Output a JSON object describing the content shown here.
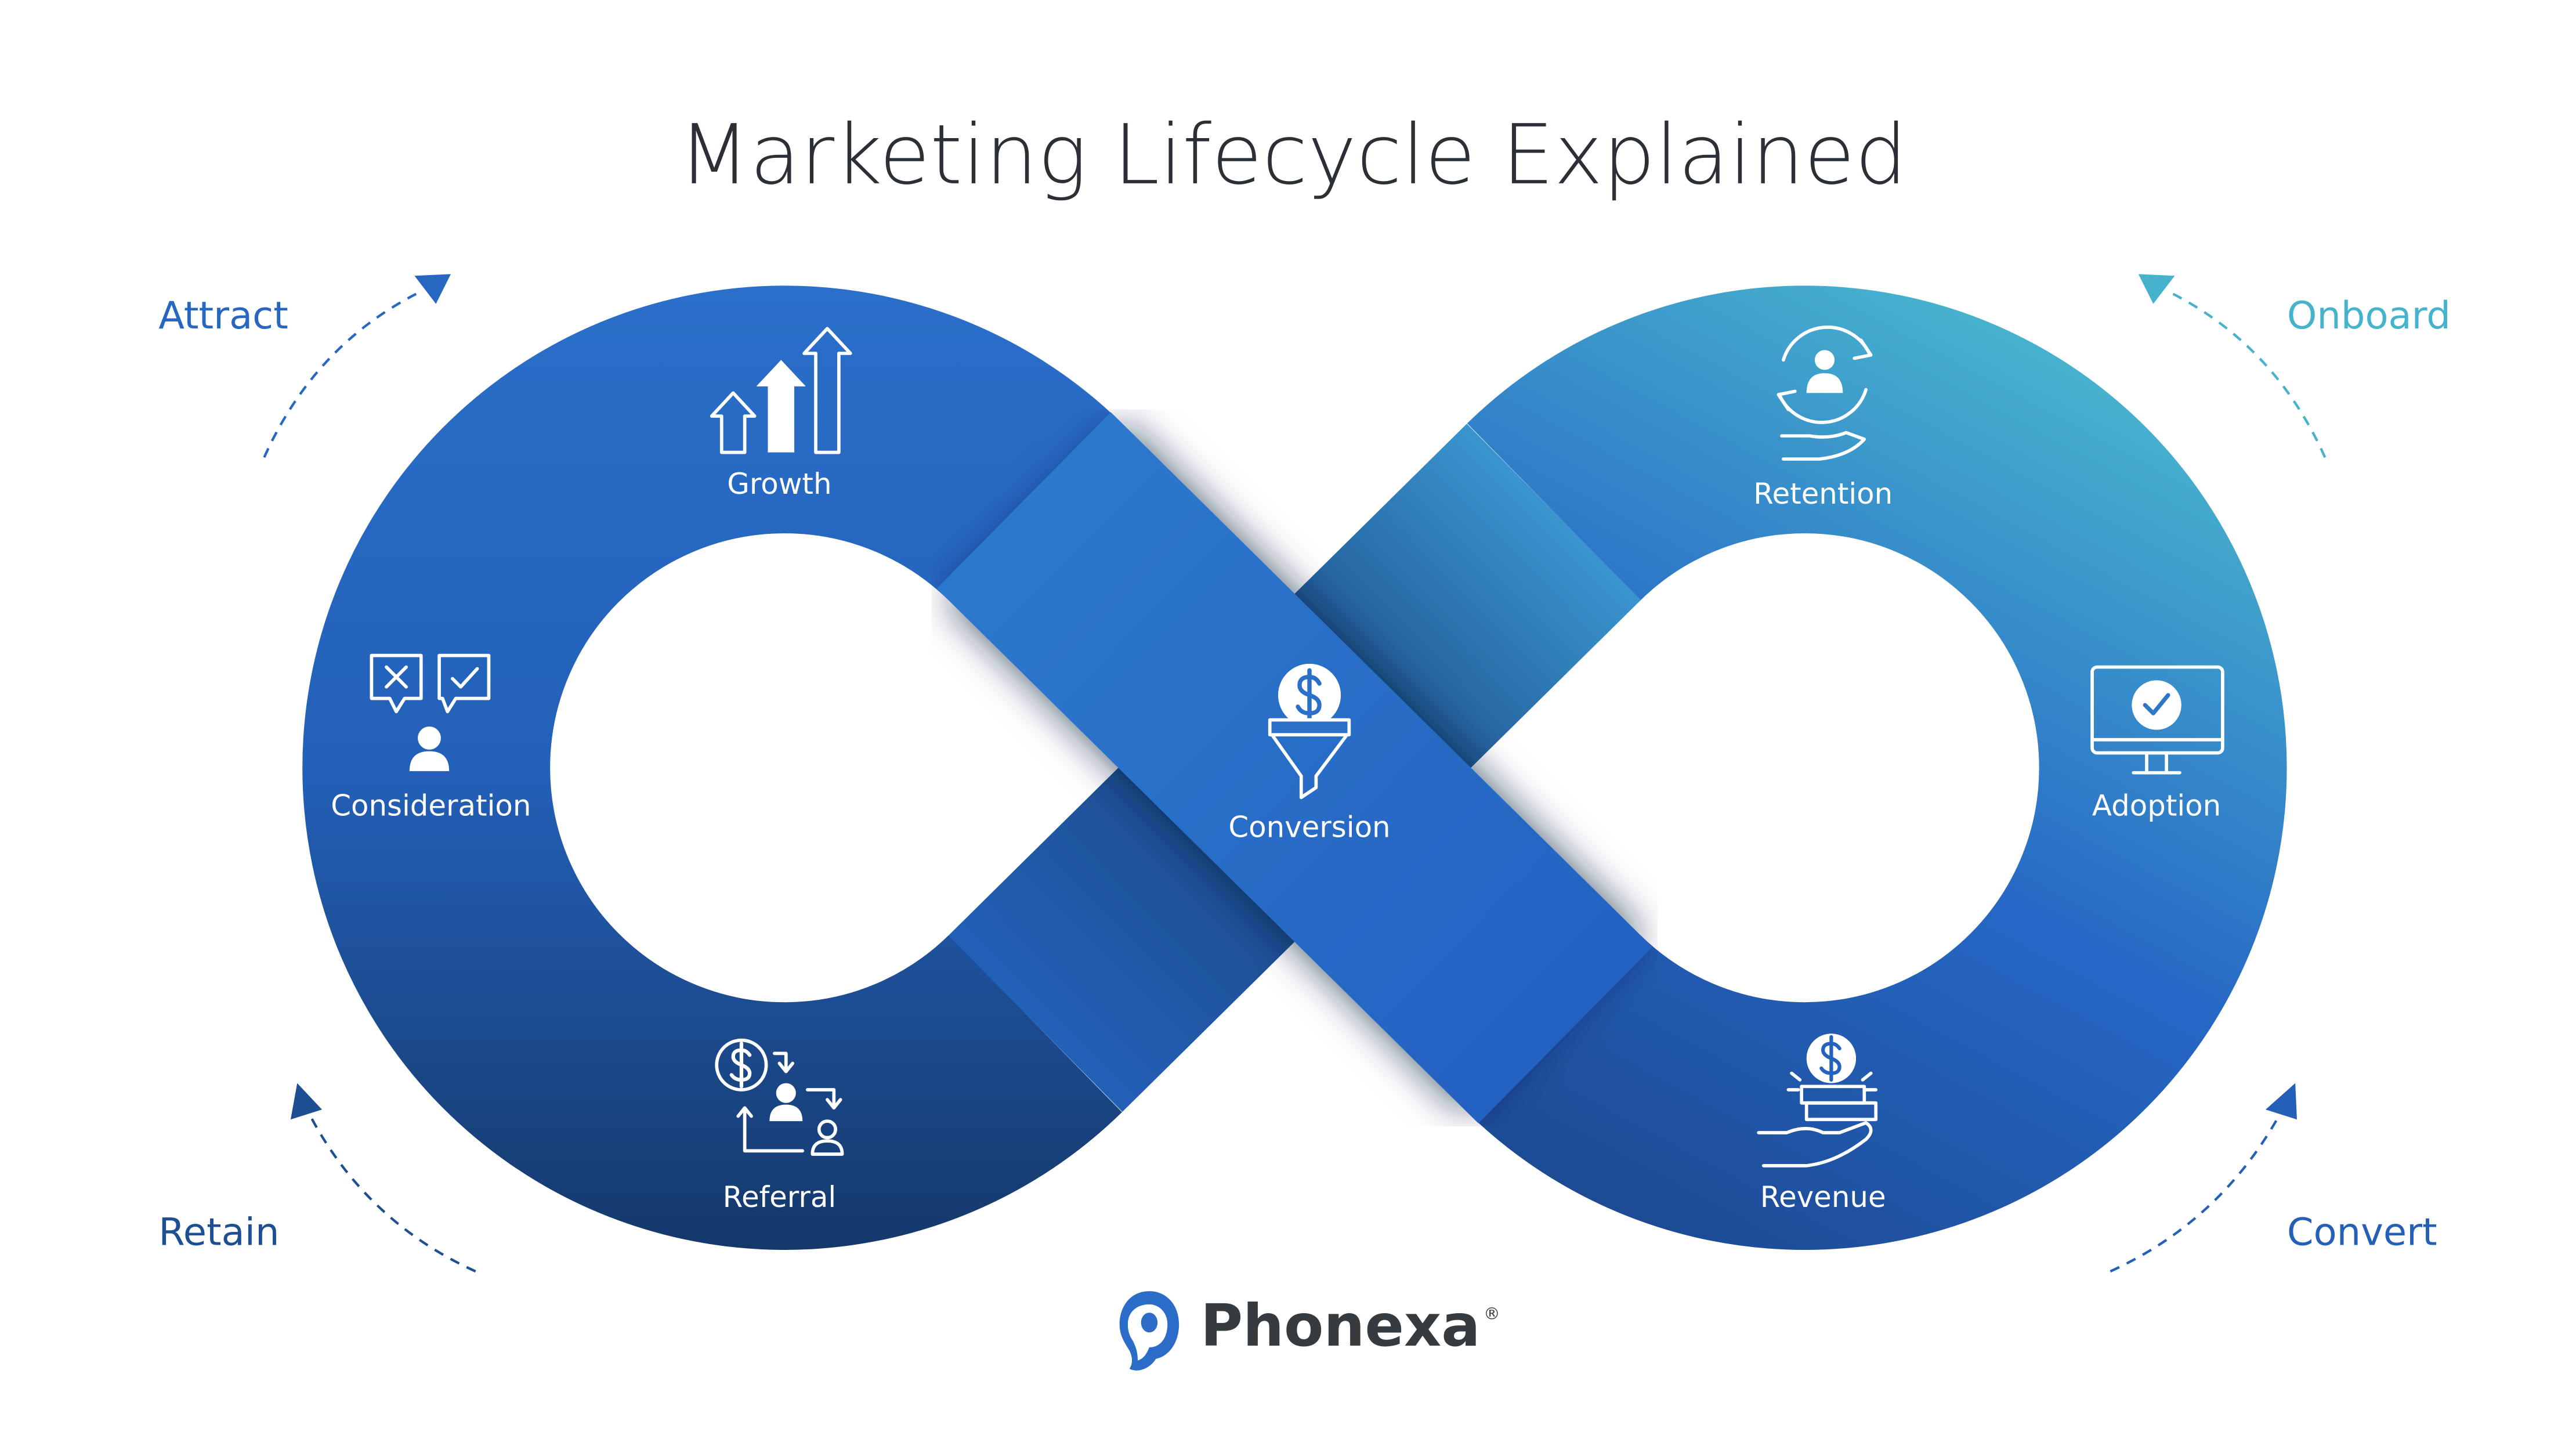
{
  "title": "Marketing Lifecycle Explained",
  "corners": {
    "attract": {
      "label": "Attract",
      "color": "#2767c2"
    },
    "onboard": {
      "label": "Onboard",
      "color": "#45b3cc"
    },
    "retain": {
      "label": "Retain",
      "color": "#1f4f93"
    },
    "convert": {
      "label": "Convert",
      "color": "#2560b8"
    }
  },
  "stages": {
    "growth": {
      "label": "Growth",
      "icon": "growth-arrows-icon"
    },
    "retention": {
      "label": "Retention",
      "icon": "retention-cycle-icon"
    },
    "consideration": {
      "label": "Consideration",
      "icon": "consideration-choice-icon"
    },
    "conversion": {
      "label": "Conversion",
      "icon": "funnel-coin-icon"
    },
    "adoption": {
      "label": "Adoption",
      "icon": "monitor-check-icon"
    },
    "referral": {
      "label": "Referral",
      "icon": "referral-icon"
    },
    "revenue": {
      "label": "Revenue",
      "icon": "revenue-hand-icon"
    }
  },
  "colors": {
    "band_dark": "#15386b",
    "band_blue": "#2a6fca",
    "band_teal": "#4cbccf"
  },
  "logo": {
    "name": "Phonexa",
    "registered": "®",
    "color": "#2a6cc8"
  }
}
